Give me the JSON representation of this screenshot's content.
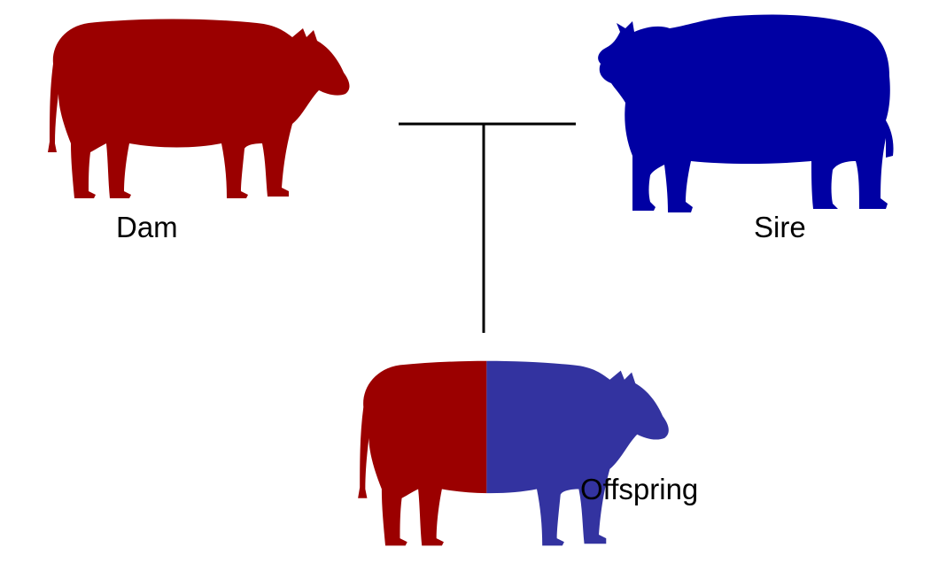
{
  "labels": {
    "dam": "Dam",
    "sire": "Sire",
    "offspring": "Offspring"
  },
  "colors": {
    "dam": "#9b0000",
    "sire": "#0000a3",
    "offspring_dam_half": "#9b0000",
    "offspring_sire_half": "#3333a0",
    "connector": "#000000"
  },
  "icons": {
    "dam": "cow-silhouette-icon",
    "sire": "bull-silhouette-icon",
    "offspring": "calf-silhouette-icon"
  }
}
